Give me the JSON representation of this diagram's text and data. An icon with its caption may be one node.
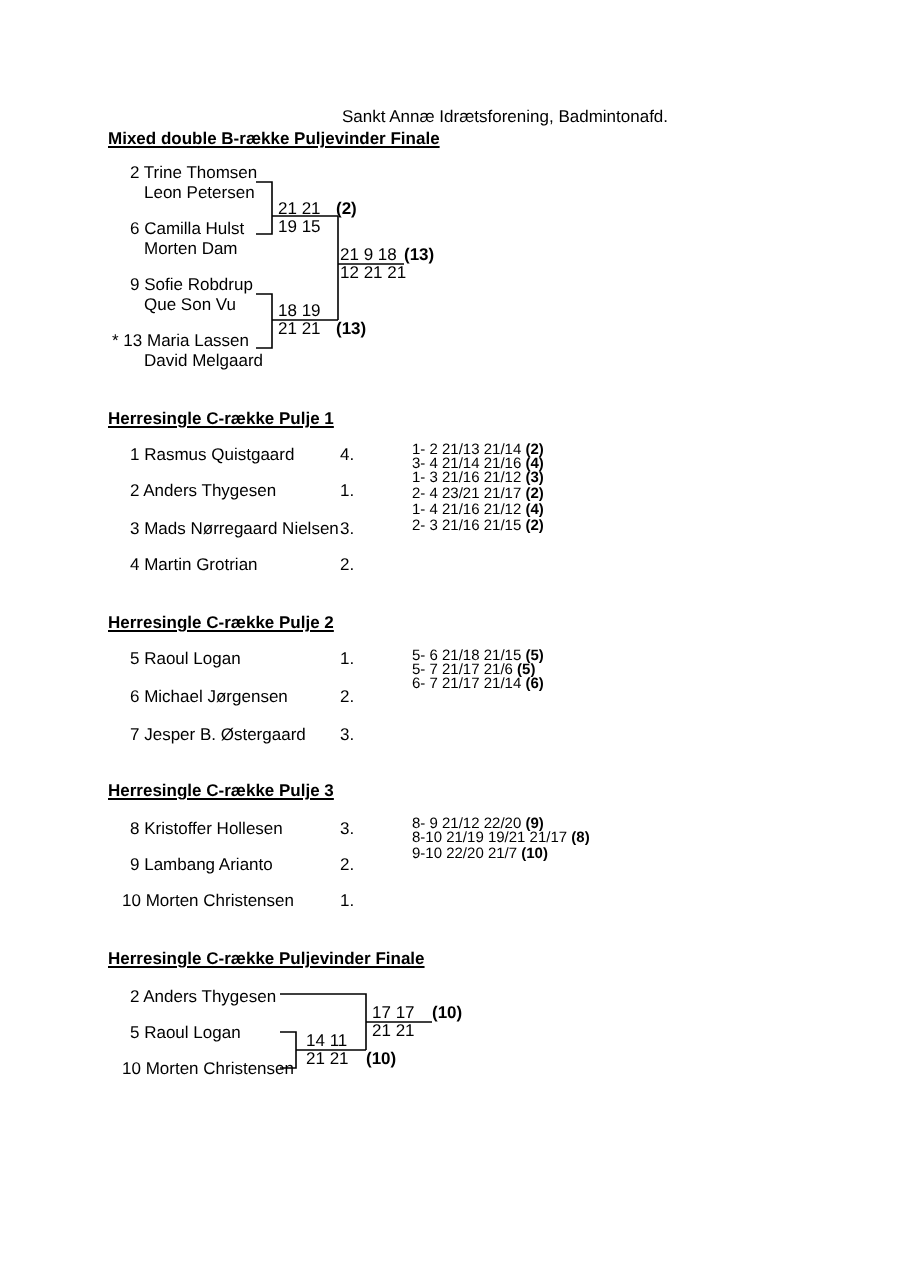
{
  "diagram": {
    "title": "Sankt Annæ Idrætsforening, Badmintonafd.",
    "labels": [
      "Mixed double B-række Puljevinder Finale",
      "2 Trine Thomsen",
      "Leon Petersen",
      "21 21",
      "(2)",
      "6 Camilla Hulst",
      "19 15",
      "Morten Dam",
      "21 9 18",
      "(13)",
      "12 21 21",
      "9 Sofie Robdrup",
      "Que Son Vu",
      "18 19",
      "21 21",
      "(13)",
      "* 13 Maria Lassen",
      "David Melgaard",
      "Herresingle C-række Pulje 1",
      "1 Rasmus Quistgaard",
      "4.",
      "1- 2 21/13 21/14 **(2)**",
      "3- 4 21/14 21/16 **(4)**",
      "1- 3 21/16 21/12 **(3)**",
      "2 Anders Thygesen",
      "1.",
      "2- 4 23/21 21/17 **(2)**",
      "1- 4 21/16 21/12 **(4)**",
      "3 Mads Nørregaard Nielsen",
      "3.",
      "2- 3 21/16 21/15 **(2)**",
      "4 Martin Grotrian",
      "2.",
      "Herresingle C-række Pulje 2",
      "5 Raoul Logan",
      "1.",
      "5- 6 21/18 21/15 **(5)**",
      "5- 7 21/17 21/6 **(5)**",
      "6- 7 21/17 21/14 **(6)**",
      "6 Michael Jørgensen",
      "2.",
      "7 Jesper B. Østergaard",
      "3.",
      "Herresingle C-række Pulje 3",
      "8 Kristoffer Hollesen",
      "3.",
      "8- 9 21/12 22/20 **(9)**",
      "8-10 21/19 19/21 21/17 **(8)**",
      "9-10 22/20 21/7 **(10)**",
      "9 Lambang Arianto",
      "2.",
      "10 Morten Christensen",
      "1.",
      "Herresingle C-række Puljevinder Finale",
      "2 Anders Thygesen",
      "17 17",
      "(10)",
      "5 Raoul Logan",
      "14 11",
      "21 21",
      "21 21",
      "(10)",
      "10 Morten Christensen"
    ]
  }
}
